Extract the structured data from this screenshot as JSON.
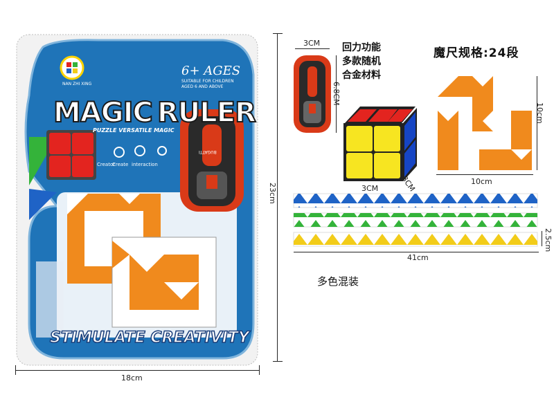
{
  "package": {
    "brand_logo_text": "NAN ZHI XING",
    "title_left": "MAGIC",
    "title_right": "RULER",
    "subtitle": "PUZZLE VERSATILE MAGIC",
    "age": "6+ AGES",
    "age_note_1": "SUITABLE FOR CHILDREN",
    "age_note_2": "AGED 6 AND ABOVE",
    "features": [
      "Creator",
      "Create",
      "interaction"
    ],
    "bottom_banner": "STIMULATE CREATIVITY",
    "car_text": "BUGATTI"
  },
  "dimensions": {
    "card_width": "18cm",
    "card_height": "23cm",
    "car_width": "3CM",
    "car_length": "6.8CM",
    "cube_w1": "3CM",
    "cube_w2": "3CM",
    "snake_square": "10cm",
    "snake_width": "10cm",
    "strip_length": "41cm",
    "strip_height": "2.5cm"
  },
  "notes": {
    "spec_title": "魔尺规格:24段",
    "car_features": [
      "回力功能",
      "多款随机",
      "合金材料"
    ],
    "mixed_colors": "多色混装"
  },
  "colors": {
    "blue_card": "#1f74b8",
    "orange": "#f08a1d",
    "white_tri": "#ffffff",
    "strip_blue": "#1f63c6",
    "strip_green": "#34b33a",
    "strip_yellow": "#f2cc19",
    "cube_red": "#e3241f",
    "cube_yellow": "#f7e521",
    "cube_blue": "#1645c4"
  }
}
